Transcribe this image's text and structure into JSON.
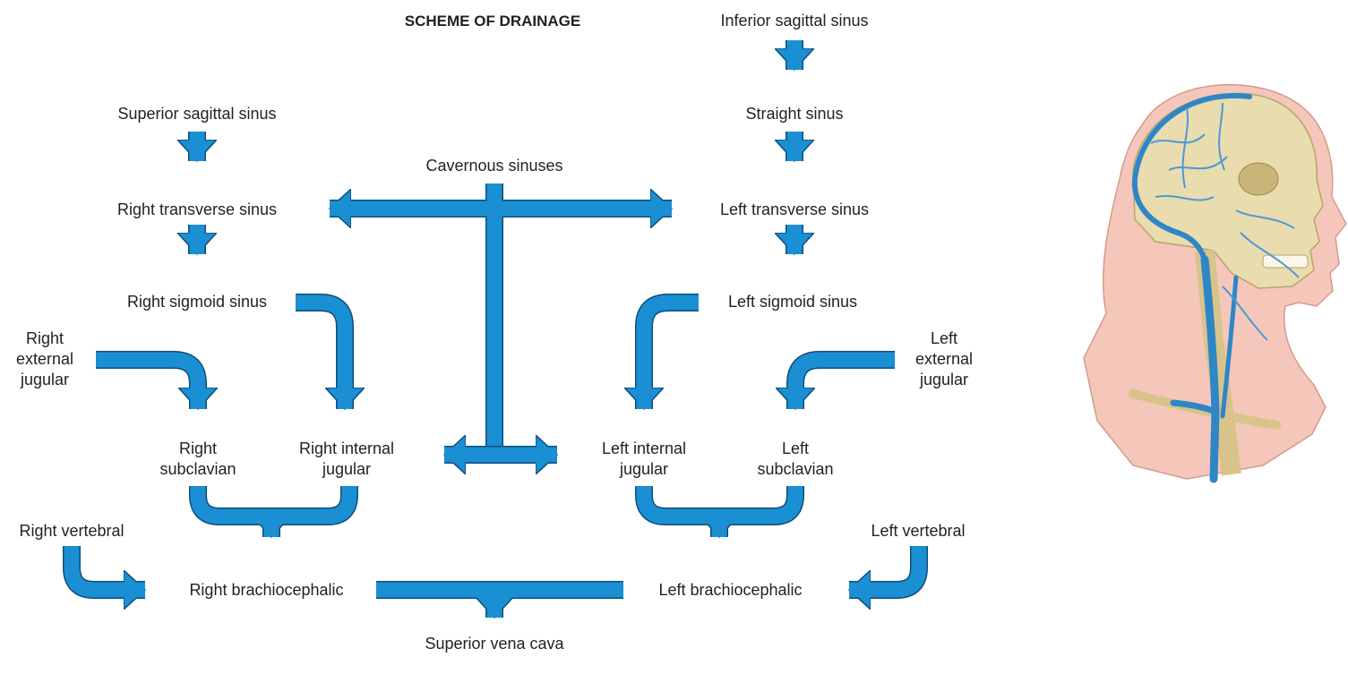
{
  "title": "SCHEME OF DRAINAGE",
  "colors": {
    "arrow": "#1b8fd3",
    "arrow_edge": "#0d4f7c",
    "text": "#231f20"
  },
  "nodes": {
    "inferior_sagittal": "Inferior sagittal sinus",
    "straight": "Straight sinus",
    "superior_sagittal": "Superior sagittal sinus",
    "cavernous": "Cavernous sinuses",
    "right_transverse": "Right transverse sinus",
    "left_transverse": "Left transverse sinus",
    "right_sigmoid": "Right sigmoid sinus",
    "left_sigmoid": "Left sigmoid sinus",
    "right_external_jugular": "Right\nexternal\njugular",
    "left_external_jugular": "Left\nexternal\njugular",
    "right_subclavian": "Right\nsubclavian",
    "right_internal_jugular": "Right internal\njugular",
    "left_internal_jugular": "Left internal\njugular",
    "left_subclavian": "Left\nsubclavian",
    "right_vertebral": "Right vertebral",
    "left_vertebral": "Left vertebral",
    "right_brachiocephalic": "Right brachiocephalic",
    "left_brachiocephalic": "Left brachiocephalic",
    "superior_vena_cava": "Superior vena cava"
  },
  "illustration": {
    "icon": "head-venous-drainage-illustration"
  }
}
